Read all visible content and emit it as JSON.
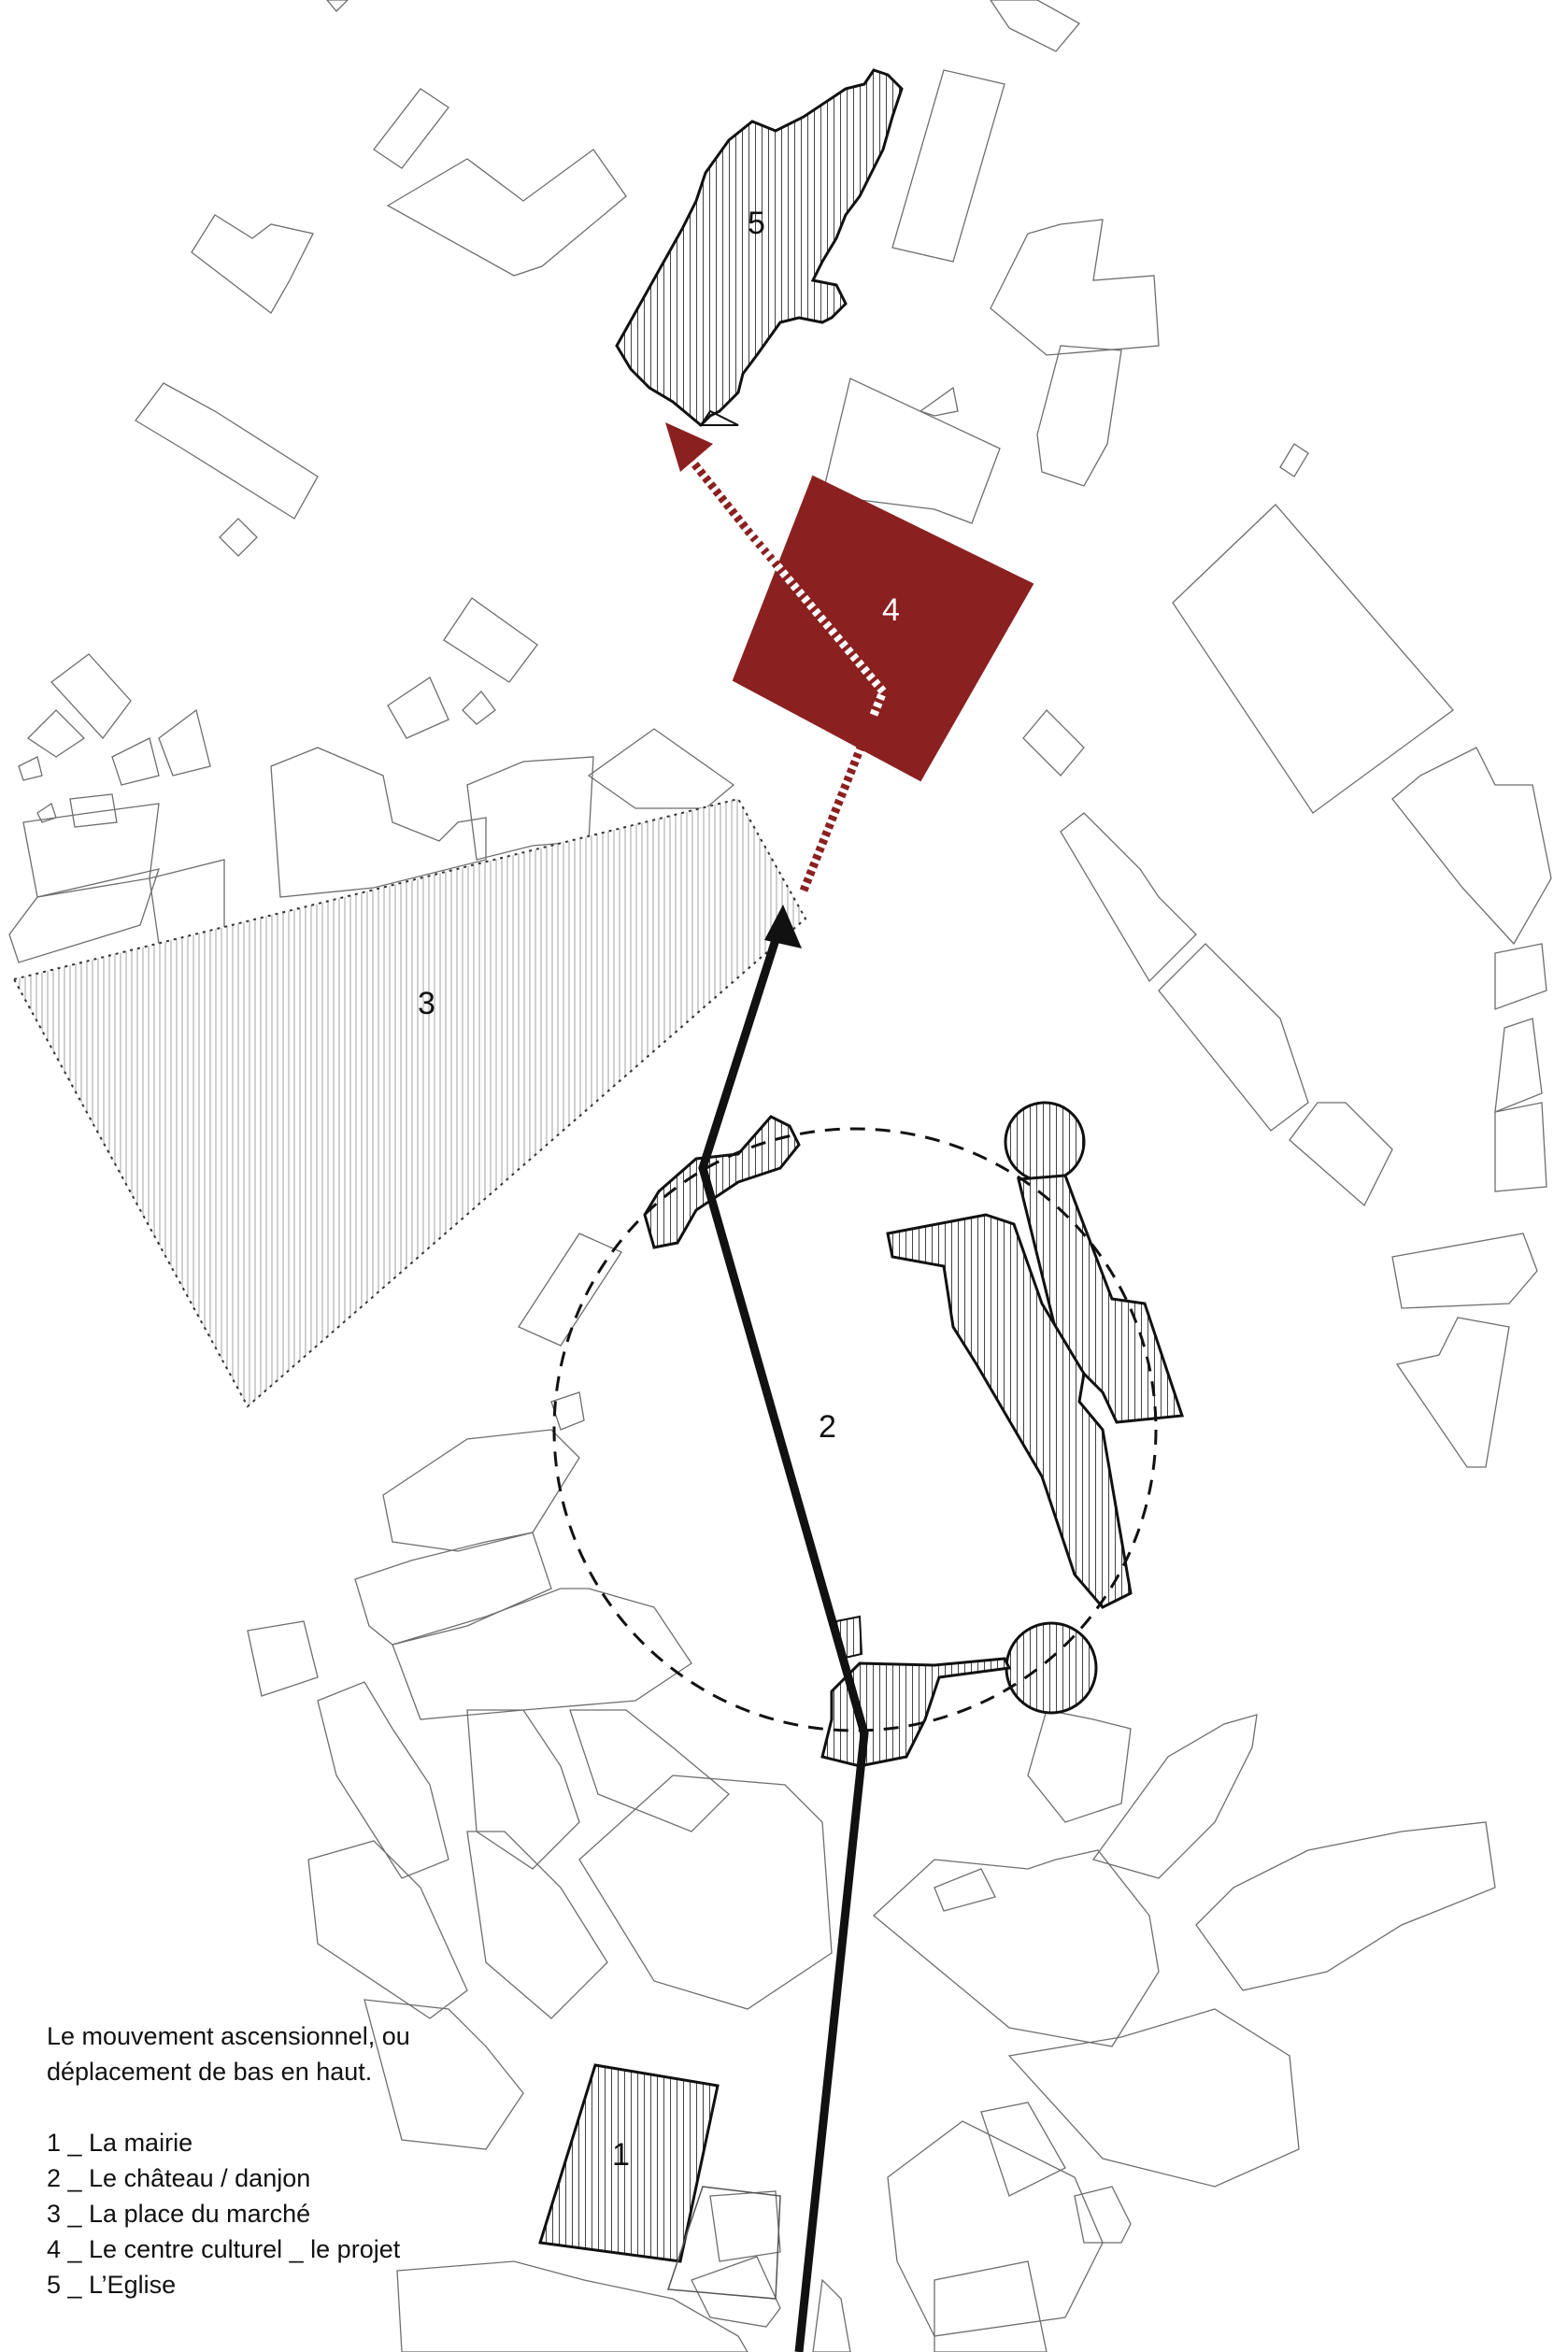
{
  "map": {
    "labels": {
      "mairie": "1",
      "chateau": "2",
      "place": "3",
      "projet": "4",
      "eglise": "5"
    },
    "colors": {
      "projet_fill": "#8b2020",
      "path_black": "#111111",
      "path_red": "#8b2020",
      "buildings_stroke": "#6e6e6e"
    }
  },
  "legend": {
    "intro_line1": "Le mouvement ascensionnel, ou",
    "intro_line2": "déplacement de bas en haut.",
    "items": [
      "1 _ La mairie",
      "2 _ Le château / danjon",
      "3 _ La place du marché",
      "4 _ Le centre culturel _ le projet",
      "5 _ L’Eglise"
    ]
  }
}
